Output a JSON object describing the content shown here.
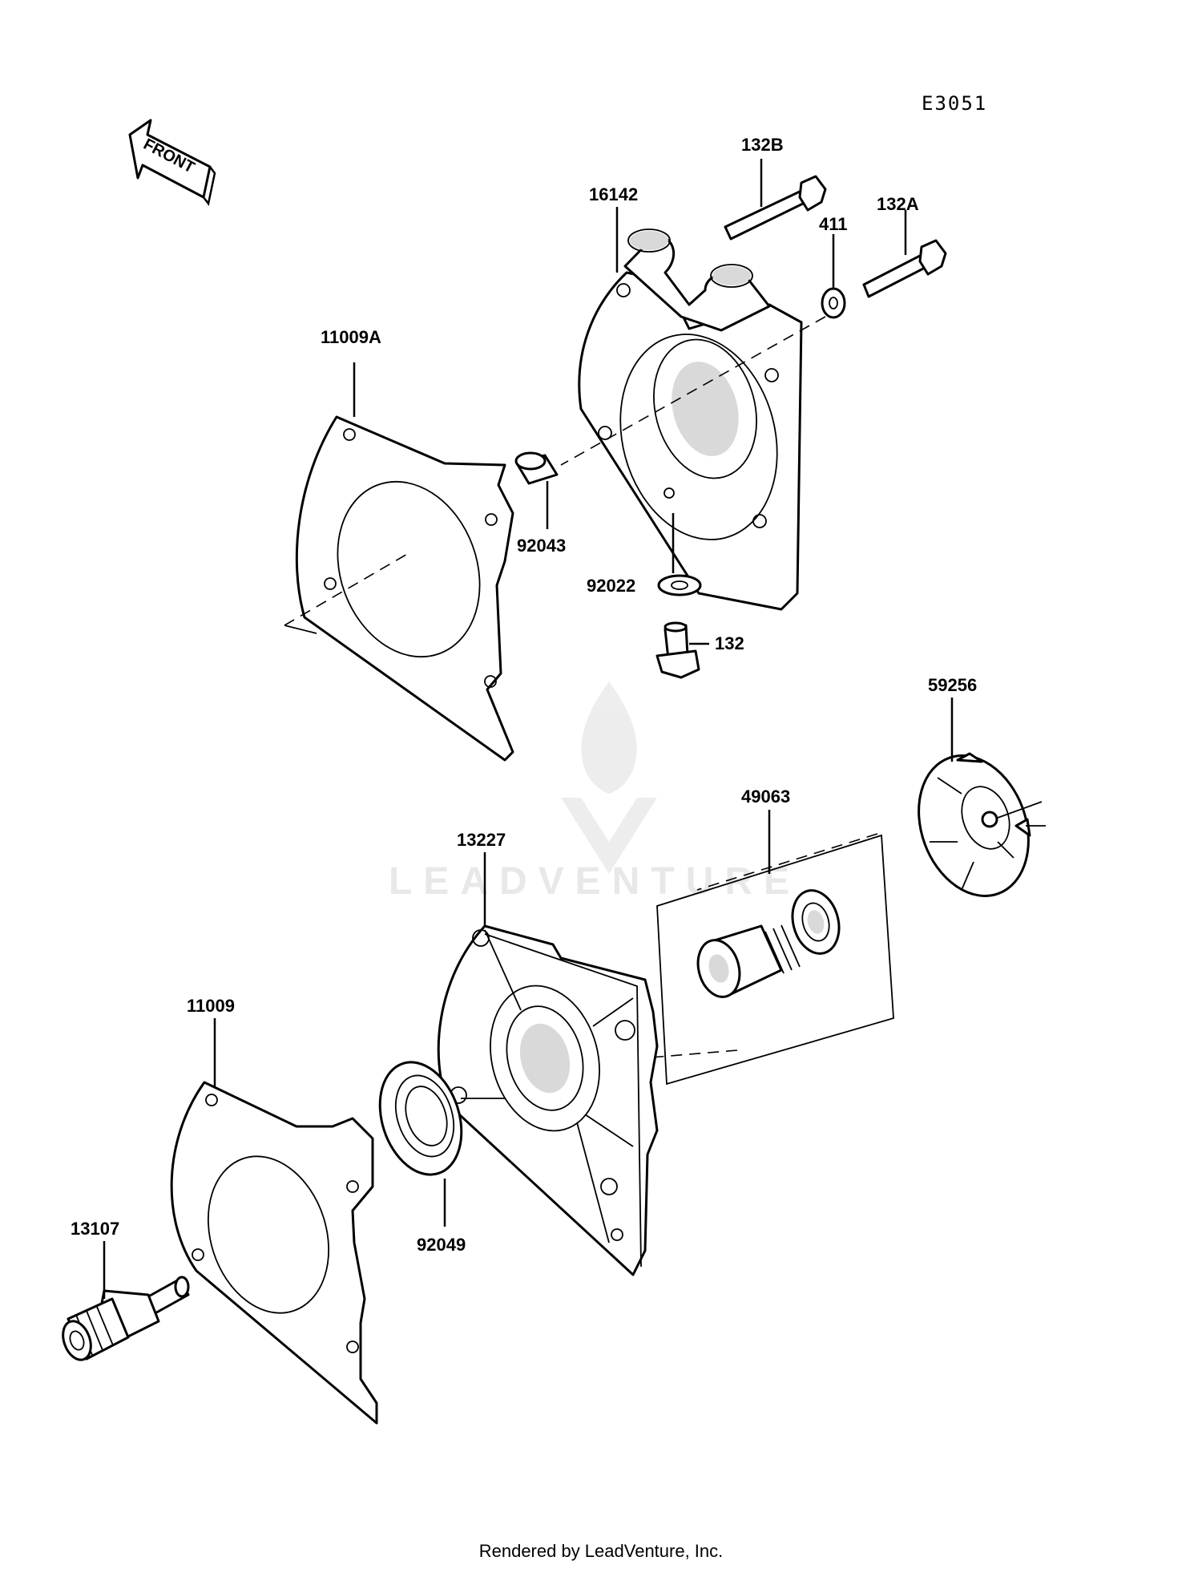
{
  "diagram": {
    "code": "E3051",
    "front_label": "FRONT",
    "watermark": "LEADVENTURE",
    "parts": {
      "p132B": "132B",
      "p16142": "16142",
      "p132A": "132A",
      "p411": "411",
      "p11009A": "11009A",
      "p92043": "92043",
      "p92022": "92022",
      "p132": "132",
      "p59256": "59256",
      "p49063": "49063",
      "p13227": "13227",
      "p11009": "11009",
      "p92049": "92049",
      "p13107": "13107"
    }
  },
  "footer": {
    "text": "Rendered by LeadVenture, Inc."
  }
}
